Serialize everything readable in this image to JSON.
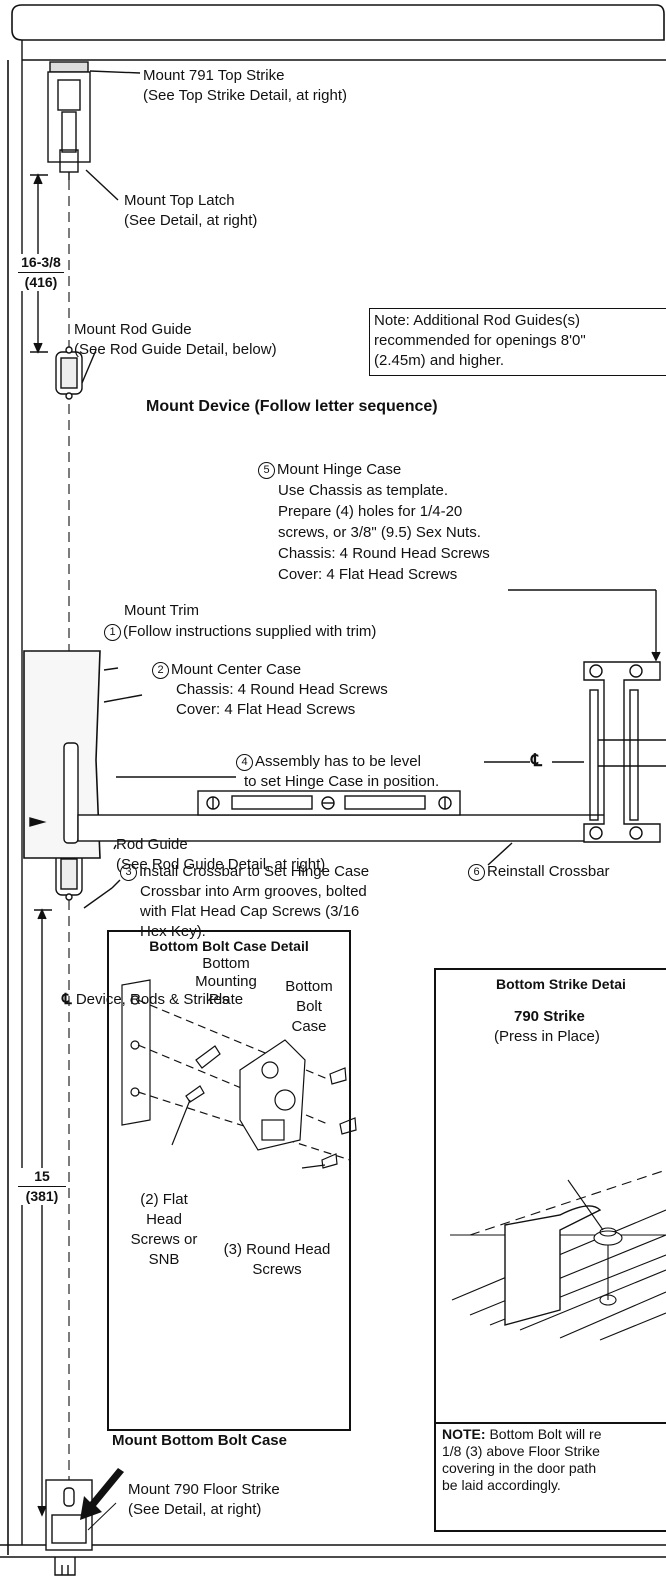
{
  "top_strike": {
    "line1": "Mount 791 Top Strike",
    "line2": "(See Top Strike Detail, at right)"
  },
  "top_latch": {
    "line1": "Mount Top Latch",
    "line2": "(See Detail, at right)"
  },
  "dim_upper": {
    "fraction": "16-3/8",
    "mm": "(416)"
  },
  "rod_guide_upper": {
    "line1": "Mount Rod Guide",
    "line2": "(See Rod Guide Detail, below)"
  },
  "note": {
    "line1": "Note: Additional Rod Guides(s)",
    "line2": "recommended for openings 8'0\"",
    "line3": "(2.45m) and higher."
  },
  "mount_device_heading": "Mount Device (Follow letter sequence)",
  "step5": {
    "num": "5",
    "line1": "Mount Hinge Case",
    "line2": "Use Chassis as template.",
    "line3": "Prepare (4) holes for 1/4-20",
    "line4": "screws, or 3/8\" (9.5) Sex Nuts.",
    "line5": "Chassis: 4 Round Head Screws",
    "line6": "Cover: 4 Flat Head Screws"
  },
  "step1": {
    "num": "1",
    "line1": "Mount Trim",
    "line2": "(Follow instructions supplied with trim)"
  },
  "step2": {
    "num": "2",
    "line1": "Mount Center Case",
    "line2": "Chassis: 4 Round Head Screws",
    "line3": "Cover: 4 Flat Head Screws"
  },
  "step4": {
    "num": "4",
    "line1": "Assembly has to be level",
    "line2": "to set Hinge Case in position."
  },
  "centerline_mark": "℄",
  "step3": {
    "num": "3",
    "line1": "Install Crossbar to Set Hinge Case",
    "line2": "Crossbar into Arm grooves, bolted",
    "line3": "with Flat Head Cap Screws (3/16",
    "line4": "Hex Key)."
  },
  "step6": {
    "num": "6",
    "label": "Reinstall Crossbar"
  },
  "centerline_label": "Device, Rods & Strikes",
  "rod_guide_lower": {
    "line1": "Rod Guide",
    "line2": "(See Rod Guide Detail, at right)"
  },
  "dim_lower": {
    "value": "15",
    "mm": "(381)"
  },
  "bolt_case_detail": {
    "title": "Bottom Bolt Case Detail",
    "plate_label": [
      "Bottom",
      "Mounting",
      "Plate"
    ],
    "case_label": [
      "Bottom",
      "Bolt",
      "Case"
    ],
    "flat_label": [
      "(2) Flat",
      "Head",
      "Screws or",
      "SNB"
    ],
    "round_label": [
      "(3) Round Head",
      "Screws"
    ]
  },
  "mount_bottom_bolt_case": "Mount Bottom Bolt Case",
  "floor_strike": {
    "line1": "Mount 790 Floor Strike",
    "line2": "(See Detail, at right)"
  },
  "strike_detail": {
    "title": "Bottom Strike Detai",
    "model": "790 Strike",
    "sub": "(Press in Place)",
    "note_bold": "NOTE:",
    "note_line1": " Bottom Bolt will re",
    "note_line2": "1/8 (3) above Floor Strike",
    "note_line3": "covering in the door path",
    "note_line4": "be laid accordingly."
  }
}
